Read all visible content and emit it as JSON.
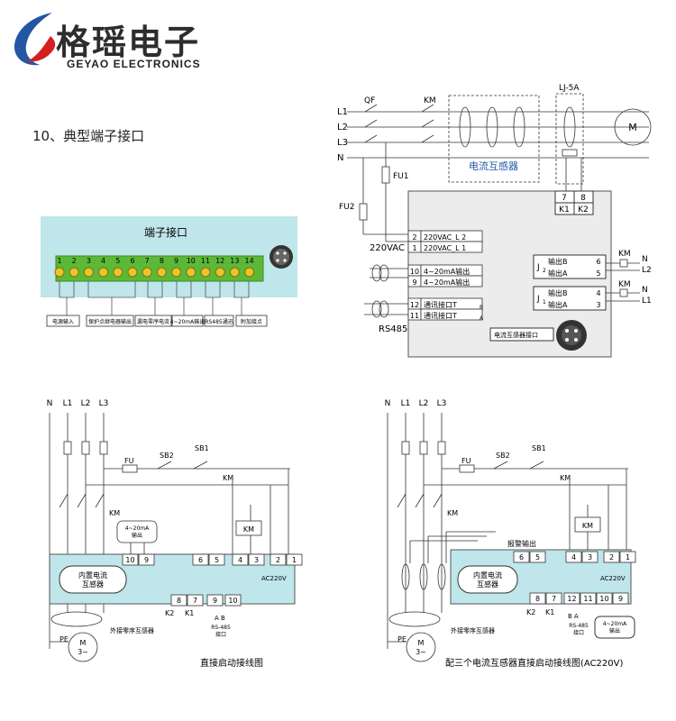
{
  "header": {
    "brand_cn": "格瑶电子",
    "brand_en": "GEYAO ELECTRONICS"
  },
  "section": {
    "title": "10、典型端子接口"
  },
  "terminal_block": {
    "title": "端子接口",
    "numbers": [
      "1",
      "2",
      "3",
      "4",
      "5",
      "6",
      "7",
      "8",
      "9",
      "10",
      "11",
      "12",
      "13",
      "14"
    ],
    "groups": [
      "电源输入",
      "保护点继电器输出",
      "漏电零序电流",
      "4~20mA输出",
      "RS485通迅",
      "附加接点"
    ]
  },
  "top_wiring": {
    "lines": [
      "L1",
      "L2",
      "L3",
      "N"
    ],
    "qf": "QF",
    "km": "KM",
    "lj5a": "LJ-5A",
    "motor": "M",
    "fu1": "FU1",
    "fu2": "FU2",
    "ct": "电流互感器",
    "vac": "220VAC",
    "k_terms": [
      {
        "n": "7",
        "l": "K1"
      },
      {
        "n": "8",
        "l": "K2"
      }
    ],
    "power_rows": [
      {
        "n": "2",
        "t": "220VAC_L 2"
      },
      {
        "n": "1",
        "t": "220VAC_L 1"
      }
    ],
    "analog_rows": [
      {
        "n": "10",
        "t": "4~20mA输出"
      },
      {
        "n": "9",
        "t": "4~20mA输出"
      }
    ],
    "comm_rows": [
      {
        "n": "12",
        "t": "通讯接口T",
        "s": "B"
      },
      {
        "n": "11",
        "t": "通讯接口T",
        "s": "A"
      }
    ],
    "rs485": "RS485",
    "j2": {
      "label": "J",
      "sub": "2",
      "b": "输出B",
      "a": "输出A",
      "nb": "6",
      "na": "5"
    },
    "j1": {
      "label": "J",
      "sub": "1",
      "b": "输出B",
      "a": "输出A",
      "nb": "4",
      "na": "3"
    },
    "right_labels": [
      "KM",
      "N",
      "L2",
      "KM",
      "N",
      "L1"
    ],
    "ct_port": "电流互感器接口"
  },
  "diagram_left": {
    "lines": [
      "N",
      "L1",
      "L2",
      "L3"
    ],
    "fu": "FU",
    "sb2": "SB2",
    "sb1": "SB1",
    "km1": "KM",
    "km2": "KM",
    "km_box": "KM",
    "ma_box": "4~20mA\n输出",
    "terms_top": [
      "10",
      "9",
      "6",
      "5",
      "4",
      "3",
      "2",
      "1"
    ],
    "ac": "AC220V",
    "ct_inner": "内置电流\n互感器",
    "terms_bottom": [
      "8",
      "7",
      "9",
      "10"
    ],
    "k2": "K2",
    "k1": "K1",
    "ab": "A    B",
    "rs485": "RS-485\n接口",
    "zero_ct": "外接零序互感器",
    "pe": "PE",
    "motor": "M\n3~",
    "caption": "直接启动接线图"
  },
  "diagram_right": {
    "lines": [
      "N",
      "L1",
      "L2",
      "L3"
    ],
    "fu": "FU",
    "sb2": "SB2",
    "sb1": "SB1",
    "km1": "KM",
    "km2": "KM",
    "km_box": "KM",
    "alarm": "报警输出",
    "terms_top": [
      "6",
      "5",
      "4",
      "3",
      "2",
      "1"
    ],
    "ac": "AC220V",
    "ct_inner": "内置电流\n互感器",
    "terms_bottom": [
      "8",
      "7",
      "12",
      "11",
      "10",
      "9"
    ],
    "k2": "K2",
    "k1": "K1",
    "ba": "B    A",
    "rs485": "RS-485\n接口",
    "ma_box": "4~20mA\n输出",
    "zero_ct": "外接零序互感器",
    "pe": "PE",
    "motor": "M\n3~",
    "caption": "配三个电流互感器直接启动接线图(AC220V)"
  },
  "colors": {
    "logo_blue": "#2456a6",
    "logo_red": "#d42020",
    "panel": "#bfe6ea",
    "terminal_green": "#5cb837",
    "module_gray": "#ececec"
  }
}
